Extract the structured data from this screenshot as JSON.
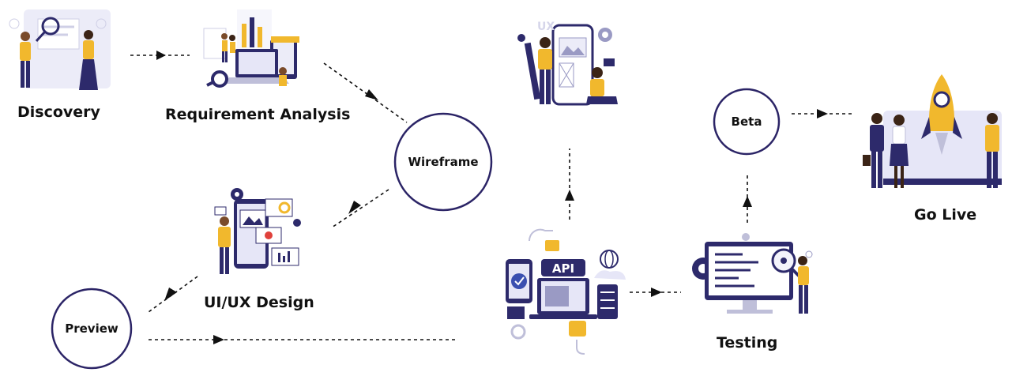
{
  "stages": {
    "discovery": "Discovery",
    "requirement_analysis": "Requirement Analysis",
    "wireframe": "Wireframe",
    "uiux_design": "UI/UX Design",
    "preview": "Preview",
    "testing": "Testing",
    "beta": "Beta",
    "go_live": "Go Live"
  },
  "api_badge": "API",
  "colors": {
    "navy": "#2d2a6b",
    "accent_yellow": "#f1b82d",
    "circle_stroke": "#2b2466",
    "arrow": "#111111",
    "light_lavender": "#e6e6f7"
  }
}
